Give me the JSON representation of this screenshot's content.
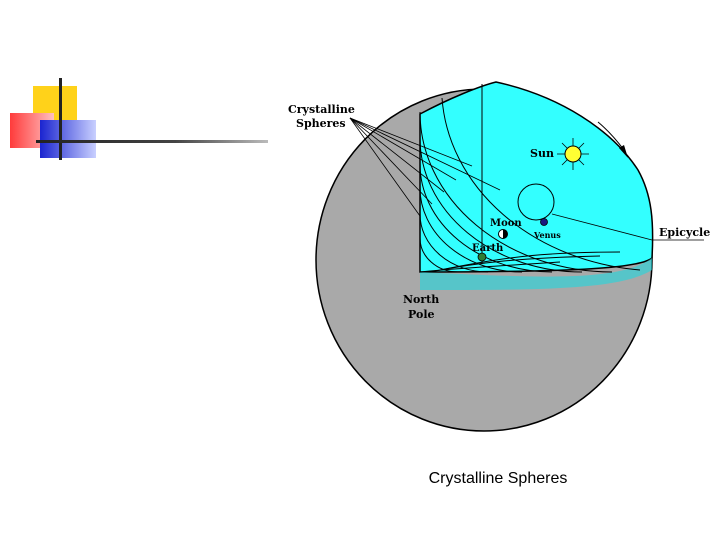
{
  "slide": {
    "caption": "Crystalline Spheres"
  },
  "diagram": {
    "labels": {
      "crystalline_spheres": [
        "Crystalline",
        "Spheres"
      ],
      "sun": "Sun",
      "moon": "Moon",
      "venus": "Venus",
      "earth": "Earth",
      "epicycle": "Epicycle",
      "north_pole": [
        "North",
        "Pole"
      ]
    }
  },
  "colors": {
    "sphere_gray": "#a9a9a9",
    "cutaway_cyan": "#33ffff",
    "sun_yellow": "#ffff33",
    "venus_navy": "#1a1a80",
    "earth_green": "#2e7d32",
    "deco_yellow": "#ffd700",
    "deco_red": "#ff4040",
    "deco_blue": "#1f2fd6"
  }
}
